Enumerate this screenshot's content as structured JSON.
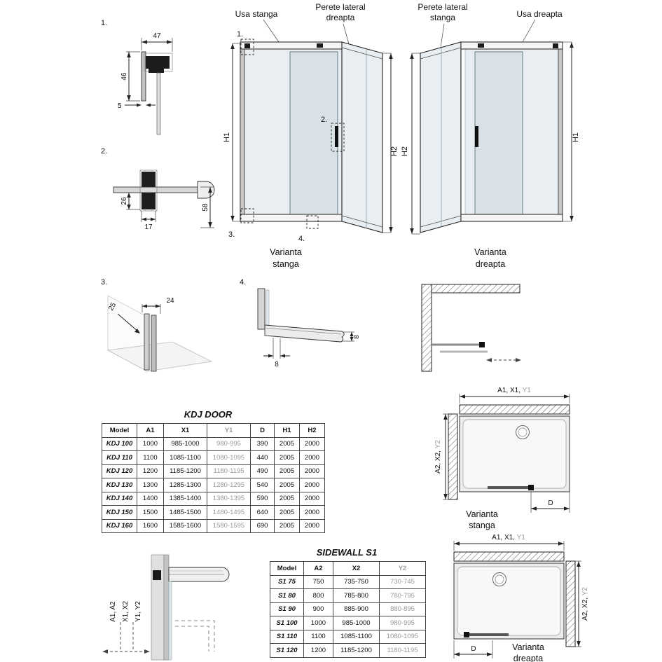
{
  "details": {
    "d1": {
      "num": "1.",
      "dim_top": "47",
      "dim_left": "46",
      "dim_small": "5"
    },
    "d2": {
      "num": "2.",
      "dim_left": "26",
      "dim_bottom": "17",
      "dim_right": "58"
    },
    "d3": {
      "num": "3.",
      "dim_diag": "25",
      "dim_top": "24"
    },
    "d4": {
      "num": "4.",
      "dim_right": "8",
      "dim_bottom": "8"
    }
  },
  "elevation_left": {
    "door_label": "Usa stanga",
    "panel_label_1": "Perete lateral",
    "panel_label_2": "dreapta",
    "h_left": "H1",
    "h_right": "H2",
    "callout_1": "1.",
    "callout_2": "2.",
    "callout_3": "3.",
    "callout_4": "4.",
    "caption_1": "Varianta",
    "caption_2": "stanga"
  },
  "elevation_right": {
    "panel_label_1": "Perete lateral",
    "panel_label_2": "stanga",
    "door_label": "Usa dreapta",
    "h_left": "H2",
    "h_right": "H1",
    "caption_1": "Varianta",
    "caption_2": "dreapta"
  },
  "kdj_table": {
    "title": "KDJ DOOR",
    "headers": [
      "Model",
      "A1",
      "X1",
      "Y1",
      "D",
      "H1",
      "H2"
    ],
    "rows": [
      [
        "KDJ 100",
        "1000",
        "985-1000",
        "980-995",
        "390",
        "2005",
        "2000"
      ],
      [
        "KDJ 110",
        "1100",
        "1085-1100",
        "1080-1095",
        "440",
        "2005",
        "2000"
      ],
      [
        "KDJ 120",
        "1200",
        "1185-1200",
        "1180-1195",
        "490",
        "2005",
        "2000"
      ],
      [
        "KDJ 130",
        "1300",
        "1285-1300",
        "1280-1295",
        "540",
        "2005",
        "2000"
      ],
      [
        "KDJ 140",
        "1400",
        "1385-1400",
        "1380-1395",
        "590",
        "2005",
        "2000"
      ],
      [
        "KDJ 150",
        "1500",
        "1485-1500",
        "1480-1495",
        "640",
        "2005",
        "2000"
      ],
      [
        "KDJ 160",
        "1600",
        "1585-1600",
        "1580-1595",
        "690",
        "2005",
        "2000"
      ]
    ]
  },
  "sidewall_table": {
    "title": "SIDEWALL S1",
    "headers": [
      "Model",
      "A2",
      "X2",
      "Y2"
    ],
    "rows": [
      [
        "S1 75",
        "750",
        "735-750",
        "730-745"
      ],
      [
        "S1 80",
        "800",
        "785-800",
        "780-795"
      ],
      [
        "S1 90",
        "900",
        "885-900",
        "880-895"
      ],
      [
        "S1 100",
        "1000",
        "985-1000",
        "980-995"
      ],
      [
        "S1 110",
        "1100",
        "1085-1100",
        "1080-1095"
      ],
      [
        "S1 120",
        "1200",
        "1185-1200",
        "1180-1195"
      ]
    ]
  },
  "topview_left": {
    "top_dim_main": "A1, X1,",
    "top_dim_y": " Y1",
    "side_dim_main": "A2, X2,",
    "side_dim_y": " Y2",
    "d_label": "D",
    "caption_1": "Varianta",
    "caption_2": "stanga"
  },
  "topview_right": {
    "top_dim_main": "A1, X1,",
    "top_dim_y": " Y1",
    "side_dim_main": "A2, X2,",
    "side_dim_y": " Y2",
    "d_label": "D",
    "caption_1": "Varianta",
    "caption_2": "dreapta"
  },
  "section": {
    "label_a": "A1, A2",
    "label_x": "X1, X2",
    "label_y": "Y1, Y2"
  },
  "colors": {
    "muted": "#9a9a9a"
  }
}
